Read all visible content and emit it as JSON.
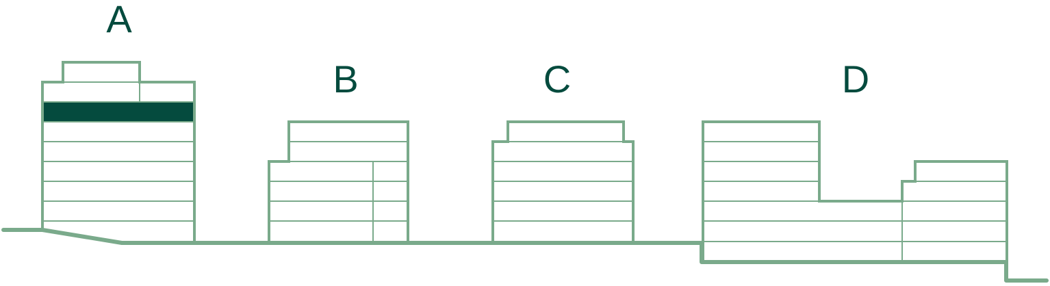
{
  "colors": {
    "outline": "#7aaa8b",
    "highlight": "#054b3e",
    "label": "#054b3e",
    "background": "#ffffff"
  },
  "buildings": [
    {
      "id": "a",
      "label": "A",
      "highlighted_floor": true
    },
    {
      "id": "b",
      "label": "B",
      "highlighted_floor": false
    },
    {
      "id": "c",
      "label": "C",
      "highlighted_floor": false
    },
    {
      "id": "d",
      "label": "D",
      "highlighted_floor": false
    }
  ]
}
